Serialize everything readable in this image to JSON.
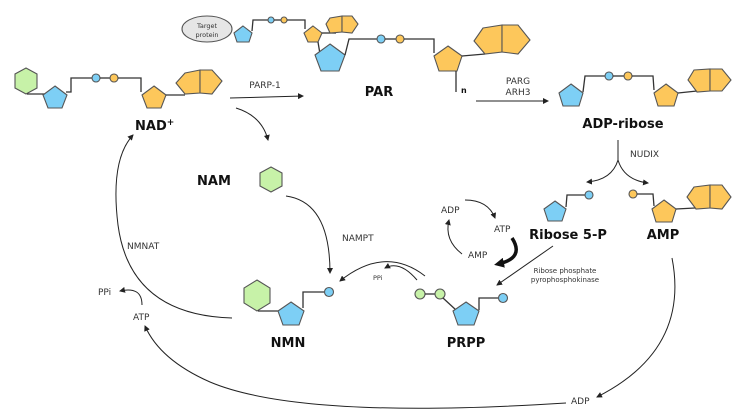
{
  "molecules": {
    "nad": {
      "label": "NAD",
      "superscript": "+"
    },
    "par": {
      "label": "PAR",
      "repeat": "n",
      "target": [
        "Target",
        "protein"
      ]
    },
    "adp_ribose": {
      "label": "ADP-ribose"
    },
    "nam": {
      "label": "NAM"
    },
    "ribose5p": {
      "label": "Ribose 5-P"
    },
    "amp": {
      "label": "AMP"
    },
    "nmn": {
      "label": "NMN"
    },
    "prpp": {
      "label": "PRPP"
    }
  },
  "enzymes": {
    "parp1": "PARP-1",
    "parg": "PARG",
    "arh3": "ARH3",
    "nudix": "NUDIX",
    "nampt": "NAMPT",
    "nmnat": "NMNAT",
    "rpk": [
      "Ribose phosphate",
      "pyrophosphokinase"
    ]
  },
  "cofactors": {
    "cycle_adp": "ADP",
    "cycle_atp": "ATP",
    "cycle_amp": "AMP",
    "nampt_ppi": "PPi",
    "nmnat_ppi": "PPi",
    "nmnat_atp": "ATP",
    "bottom_adp": "ADP"
  },
  "colors": {
    "ribose": "#7dcff5",
    "adenine_ribose": "#fdc75b",
    "nicotinamide": "#c7f2a8",
    "protein": "#e6e6e6"
  }
}
